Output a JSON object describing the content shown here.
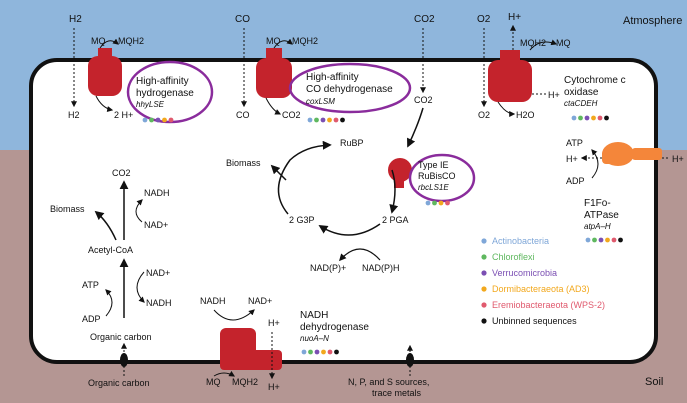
{
  "zones": {
    "atmosphere": "Atmosphere",
    "soil": "Soil"
  },
  "top_gases": {
    "h2": "H2",
    "co": "CO",
    "co2": "CO2",
    "o2": "O2",
    "h_plus": "H+"
  },
  "hydrogenase": {
    "line1": "High-affinity",
    "line2": "hydrogenase",
    "genes": "hhyLSE",
    "mq": "MQ",
    "mqh2": "MQH2",
    "h2_in": "H2",
    "two_h": "2 H+",
    "dots": [
      "#7fa7d8",
      "#5fb85f",
      "#7b4fb3",
      "#f2a81d",
      "#e05a6e"
    ]
  },
  "co_dehydrogenase": {
    "line1": "High-affinity",
    "line2": "CO dehydrogenase",
    "genes": "coxLSM",
    "mq": "MQ",
    "mqh2": "MQH2",
    "co_in": "CO",
    "co2_out": "CO2",
    "dots": [
      "#7fa7d8",
      "#5fb85f",
      "#7b4fb3",
      "#f2a81d",
      "#e05a6e",
      "#111111"
    ]
  },
  "oxidase": {
    "line1": "Cytochrome c",
    "line2": "oxidase",
    "genes": "ctaCDEH",
    "mqh2": "MQH2",
    "mq": "MQ",
    "h_plus": "H+",
    "o2": "O2",
    "h2o": "H2O",
    "dots": [
      "#7fa7d8",
      "#5fb85f",
      "#7b4fb3",
      "#f2a81d",
      "#e05a6e",
      "#111111"
    ]
  },
  "rubisco": {
    "line1": "Type IE",
    "line2": "RuBisCO",
    "genes": "rbcLS1E",
    "co2": "CO2",
    "dots": [
      "#7fa7d8",
      "#5fb85f",
      "#f2a81d",
      "#e05a6e"
    ]
  },
  "calvin": {
    "rubp": "RuBP",
    "biomass": "Biomass",
    "g3p": "2 G3P",
    "pga": "2 PGA",
    "nadp": "NAD(P)+",
    "nadph": "NAD(P)H"
  },
  "atpase": {
    "atp": "ATP",
    "h_plus_in": "H+",
    "h_plus_out": "H+",
    "adp": "ADP",
    "line1": "F1Fo-",
    "line2": "ATPase",
    "genes": "atpA–H",
    "dots": [
      "#7fa7d8",
      "#5fb85f",
      "#7b4fb3",
      "#f2a81d",
      "#e05a6e",
      "#111111"
    ]
  },
  "carbon": {
    "co2": "CO2",
    "nadh1": "NADH",
    "nad1": "NAD+",
    "biomass": "Biomass",
    "acetyl": "Acetyl-CoA",
    "atp": "ATP",
    "nad2": "NAD+",
    "nadh2": "NADH",
    "adp": "ADP",
    "organic": "Organic carbon",
    "soil_organic": "Organic carbon"
  },
  "nadh_dh": {
    "nadh": "NADH",
    "nad": "NAD+",
    "h_plus": "H+",
    "h_plus_out": "H+",
    "mq": "MQ",
    "mqh2": "MQH2",
    "line1": "NADH",
    "line2": "dehydrogenase",
    "genes": "nuoA–N",
    "dots": [
      "#7fa7d8",
      "#5fb85f",
      "#7b4fb3",
      "#f2a81d",
      "#e05a6e",
      "#111111"
    ]
  },
  "soil_sources": {
    "line1": "N, P, and S sources,",
    "line2": "trace metals"
  },
  "legend": [
    {
      "label": "Actinobacteria",
      "color": "#7fa7d8"
    },
    {
      "label": "Chloroflexi",
      "color": "#5fb85f"
    },
    {
      "label": "Verrucomicrobia",
      "color": "#7b4fb3"
    },
    {
      "label": "Dormibacteraeota (AD3)",
      "color": "#f2a81d"
    },
    {
      "label": "Eremiobacteraeota (WPS-2)",
      "color": "#e05a6e"
    },
    {
      "label": "Unbinned sequences",
      "color": "#111111"
    }
  ]
}
